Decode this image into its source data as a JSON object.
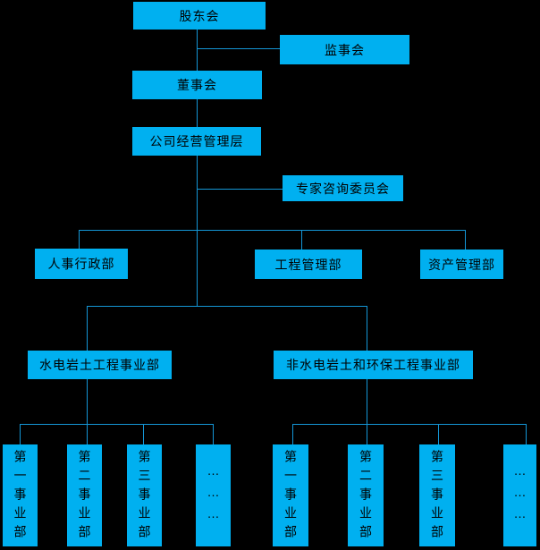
{
  "chart": {
    "type": "org-chart",
    "background_color": "#000000",
    "box_fill_color": "#00b0f0",
    "line_color": "#1496d6",
    "text_color": "#000000",
    "nodes": {
      "shareholders": "股东会",
      "supervisory_board": "监事会",
      "board_of_directors": "董事会",
      "management_layer": "公司经营管理层",
      "expert_committee": "专家咨询委员会",
      "hr_admin_dept": "人事行政部",
      "engineering_mgmt_dept": "工程管理部",
      "asset_mgmt_dept": "资产管理部",
      "hydro_geotech_division": "水电岩土工程事业部",
      "non_hydro_env_division": "非水电岩土和环保工程事业部",
      "left_units": [
        "第一事业部",
        "第二事业部",
        "第三事业部",
        "………"
      ],
      "right_units": [
        "第一事业部",
        "第二事业部",
        "第三事业部",
        "………"
      ]
    },
    "hierarchy_note": "股东会 > 董事会 (监事会侧挂) > 公司经营管理层 (专家咨询委员会侧挂) > 职能部门与两大事业部 > 下属事业部"
  }
}
